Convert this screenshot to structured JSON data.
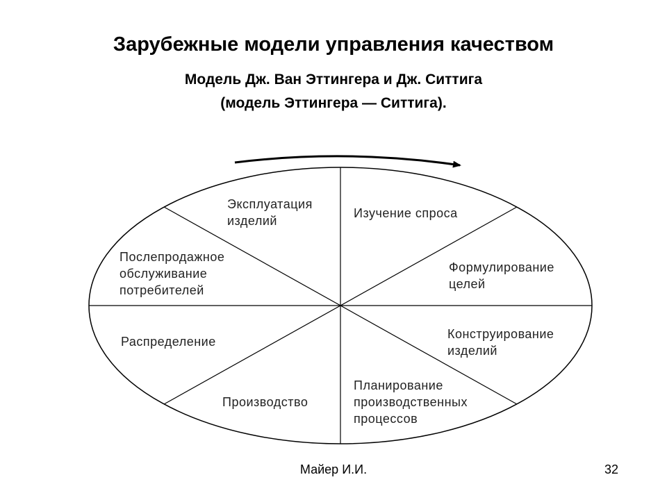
{
  "slide": {
    "title": "Зарубежные модели управления качеством",
    "subtitle_line1": "Модель Дж. Ван Эттингера и Дж. Ситтига",
    "subtitle_line2": "(модель Эттингера — Ситтига).",
    "author": "Майер И.И.",
    "page_number": "32"
  },
  "diagram": {
    "direction": "clockwise",
    "segments": [
      {
        "lines": [
          "Изучение спроса"
        ]
      },
      {
        "lines": [
          "Формулирование",
          "целей"
        ]
      },
      {
        "lines": [
          "Конструирование",
          "изделий"
        ]
      },
      {
        "lines": [
          "Планирование",
          "производственных",
          "процессов"
        ]
      },
      {
        "lines": [
          "Производство"
        ]
      },
      {
        "lines": [
          "Распределение"
        ]
      },
      {
        "lines": [
          "Послепродажное",
          "обслуживание",
          "потребителей"
        ]
      },
      {
        "lines": [
          "Эксплуатация",
          "изделий"
        ]
      }
    ]
  }
}
